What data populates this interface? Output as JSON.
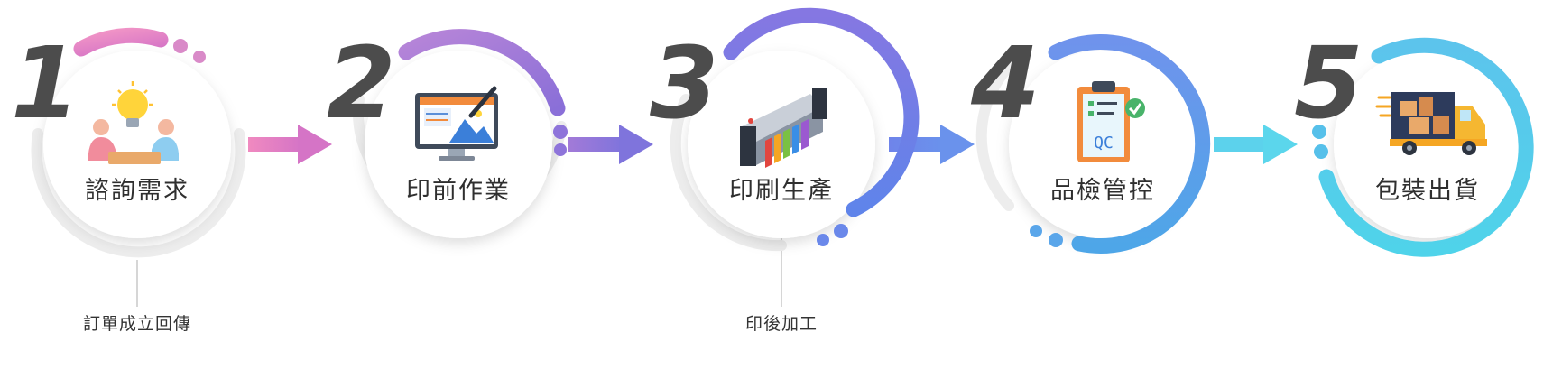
{
  "steps": [
    {
      "number": "1",
      "label": "諮詢需求",
      "icon": "meeting-lightbulb-icon",
      "colors": [
        "#f08ac0",
        "#d779c9"
      ]
    },
    {
      "number": "2",
      "label": "印前作業",
      "icon": "design-monitor-icon",
      "colors": [
        "#b07ad6",
        "#8e74da"
      ]
    },
    {
      "number": "3",
      "label": "印刷生產",
      "icon": "printer-icon",
      "colors": [
        "#7b7be6",
        "#6a88ea"
      ]
    },
    {
      "number": "4",
      "label": "品檢管控",
      "icon": "qc-clipboard-icon",
      "colors": [
        "#6a98ec",
        "#56aee8"
      ]
    },
    {
      "number": "5",
      "label": "包裝出貨",
      "icon": "delivery-truck-icon",
      "colors": [
        "#56c0ea",
        "#5ad6ec"
      ]
    }
  ],
  "sub_labels": [
    {
      "text": "訂單成立回傳"
    },
    {
      "text": "印後加工"
    }
  ]
}
